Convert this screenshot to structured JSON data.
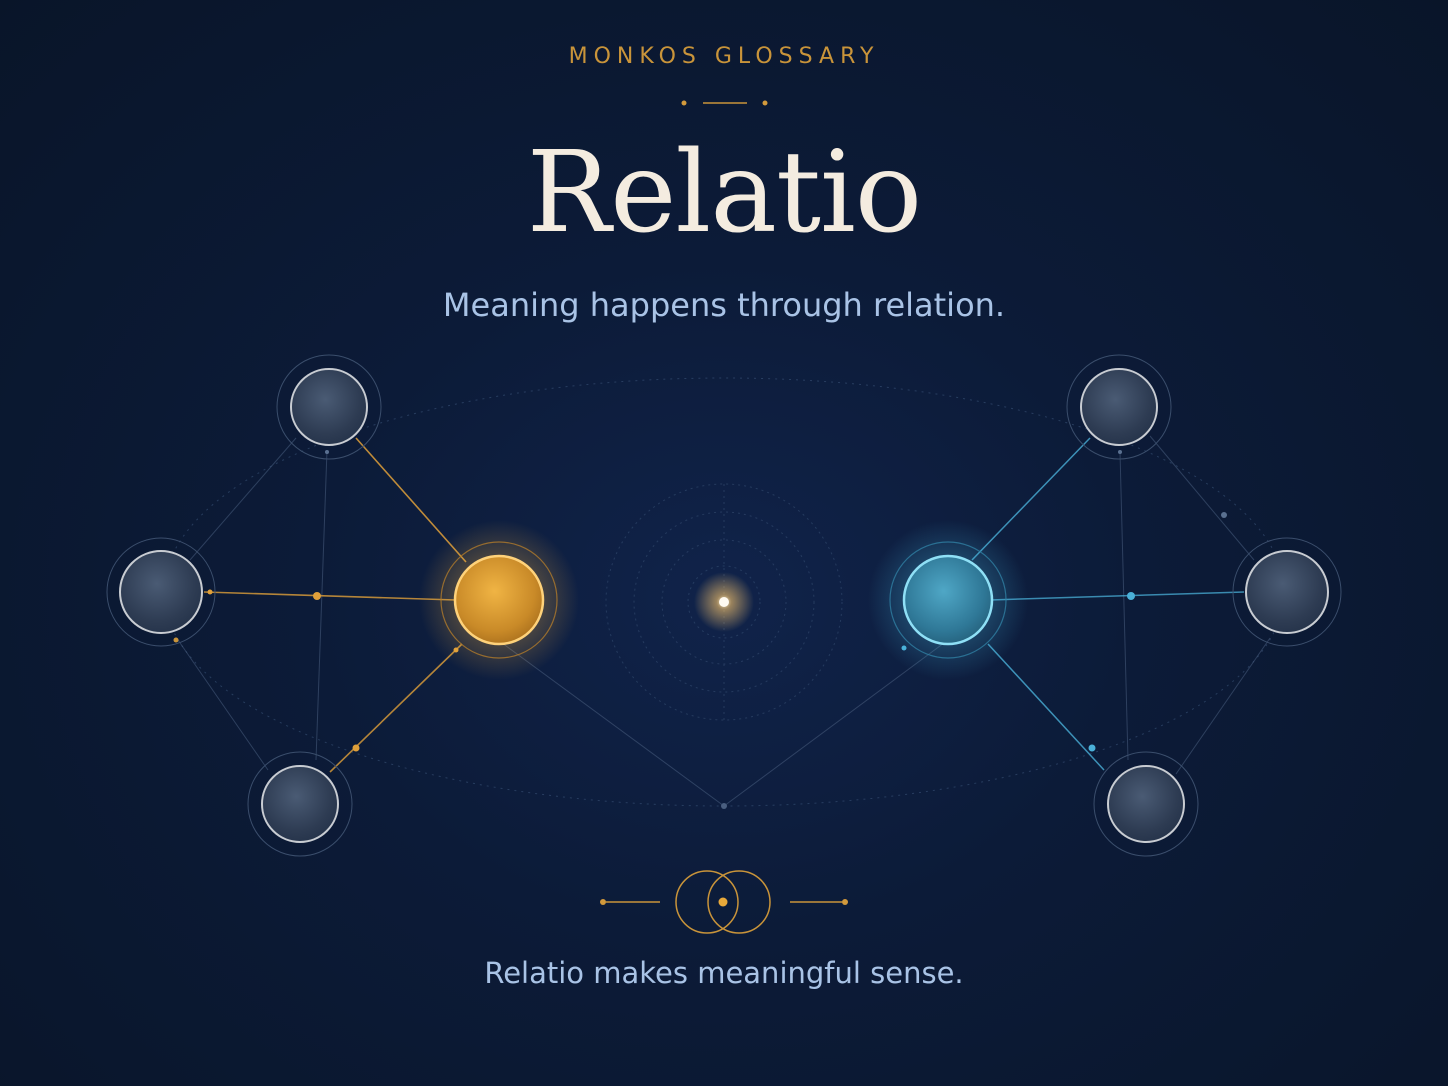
{
  "header": {
    "eyebrow": "MONKOS GLOSSARY",
    "title": "Relatio",
    "subtitle": "Meaning happens through relation."
  },
  "footer": {
    "caption": "Relatio makes meaningful sense."
  },
  "colors": {
    "background": "#0c1a33",
    "accent_gold": "#e8a93a",
    "accent_blue": "#4bb3d6",
    "node_grey": "#3a4a62",
    "text_light": "#f4ece0",
    "text_muted": "#a9c3e6"
  },
  "icons": {
    "divider": "dot-line-dot-divider",
    "footer": "overlapping-circles-icon"
  }
}
